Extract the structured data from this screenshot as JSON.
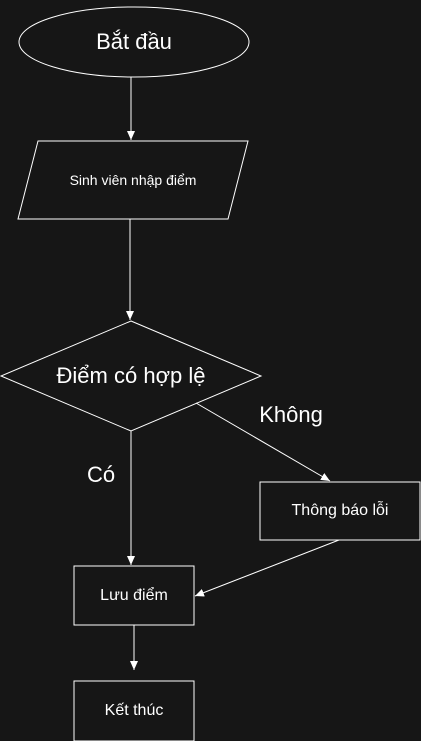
{
  "colors": {
    "background": "#161616",
    "stroke": "#ffffff",
    "text": "#ffffff"
  },
  "nodes": {
    "start": "Bắt đầu",
    "input": "Sinh viên nhập điểm",
    "decision": "Điểm có hợp lệ",
    "error": "Thông báo lỗi",
    "save": "Lưu điểm",
    "end": "Kết thúc"
  },
  "edge_labels": {
    "no": "Không",
    "yes": "Có"
  }
}
